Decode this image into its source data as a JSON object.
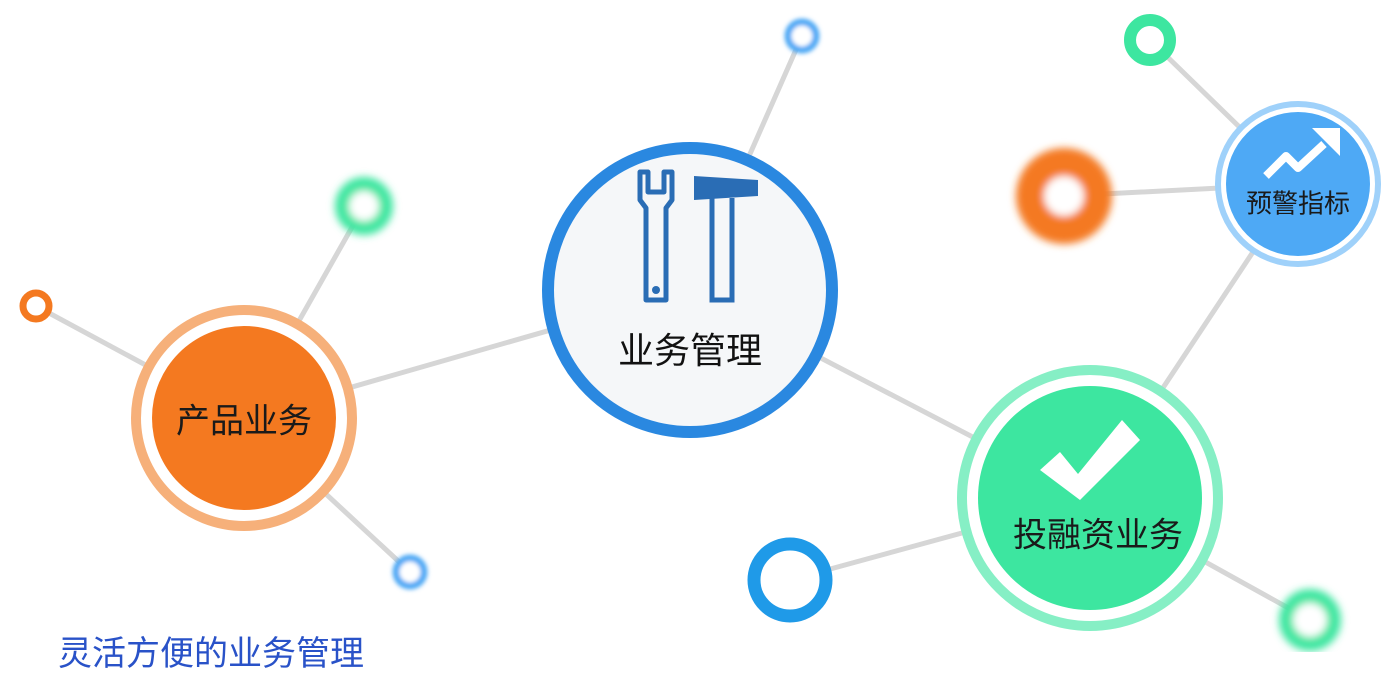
{
  "nodes": {
    "product": {
      "label": "产品业务",
      "color": "#f47920"
    },
    "management": {
      "label": "业务管理",
      "color": "#2a88e0"
    },
    "warning": {
      "label": "预警指标",
      "color": "#4ea9f5"
    },
    "finance": {
      "label": "投融资业务",
      "color": "#3de6a0"
    }
  },
  "caption": "灵活方便的业务管理",
  "icons": {
    "management": [
      "wrench-icon",
      "hammer-icon"
    ],
    "warning": "trend-up-arrow-icon",
    "finance": "checkmark-icon"
  },
  "colors": {
    "orange": "#f47920",
    "blue": "#2a88e0",
    "light_blue": "#4ea9f5",
    "green": "#3de6a0",
    "connector": "#d6d6d6",
    "caption": "#2952c8"
  }
}
